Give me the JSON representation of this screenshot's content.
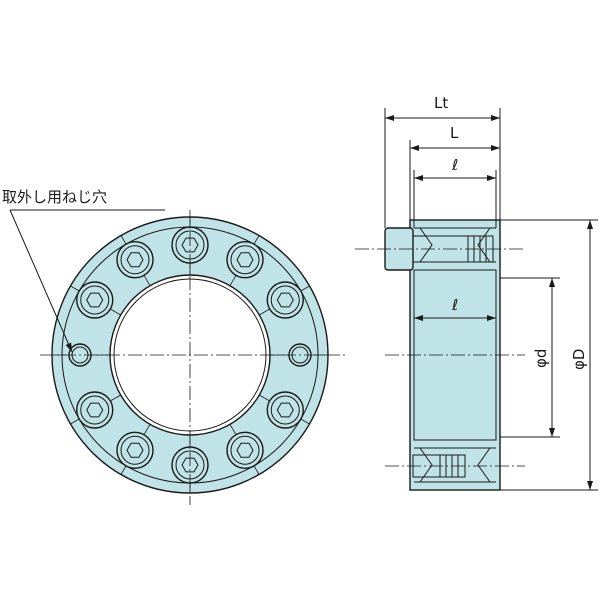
{
  "labels": {
    "removal_hole": "取外し用ねじ穴",
    "Lt": "Lt",
    "L": "L",
    "l_top": "ℓ",
    "l_mid": "ℓ",
    "phi_d": "φd",
    "phi_D": "φD"
  },
  "colors": {
    "body_fill": "#bfe3e6",
    "line": "#1a1a1a",
    "background": "#ffffff"
  },
  "front_view": {
    "bolt_count": 10,
    "removal_hole_count": 2
  }
}
